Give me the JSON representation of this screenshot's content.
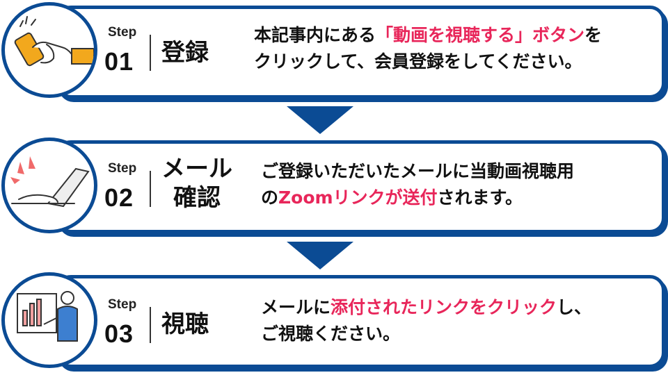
{
  "colors": {
    "accent": "#0b4b94",
    "highlight": "#e8265a"
  },
  "steps": [
    {
      "label": "Step",
      "number": "01",
      "title": "登録",
      "line1_a": "本記事内にある",
      "line1_hl": "「動画を視聴する」ボタン",
      "line1_b": "を",
      "line2": "クリックして、会員登録をしてください。",
      "icon": "smartphone-hand-icon"
    },
    {
      "label": "Step",
      "number": "02",
      "title_line1": "メール",
      "title_line2": "確認",
      "line1": "ご登録いただいたメールに当動画視聴用",
      "line2_a": "の",
      "line2_hl": "Zoomリンクが送付",
      "line2_b": "されます。",
      "icon": "laptop-typing-icon"
    },
    {
      "label": "Step",
      "number": "03",
      "title": "視聴",
      "line1_a": "メールに",
      "line1_hl": "添付されたリンクをクリック",
      "line1_b": "し、",
      "line2": "ご視聴ください。",
      "icon": "presenter-icon"
    }
  ]
}
